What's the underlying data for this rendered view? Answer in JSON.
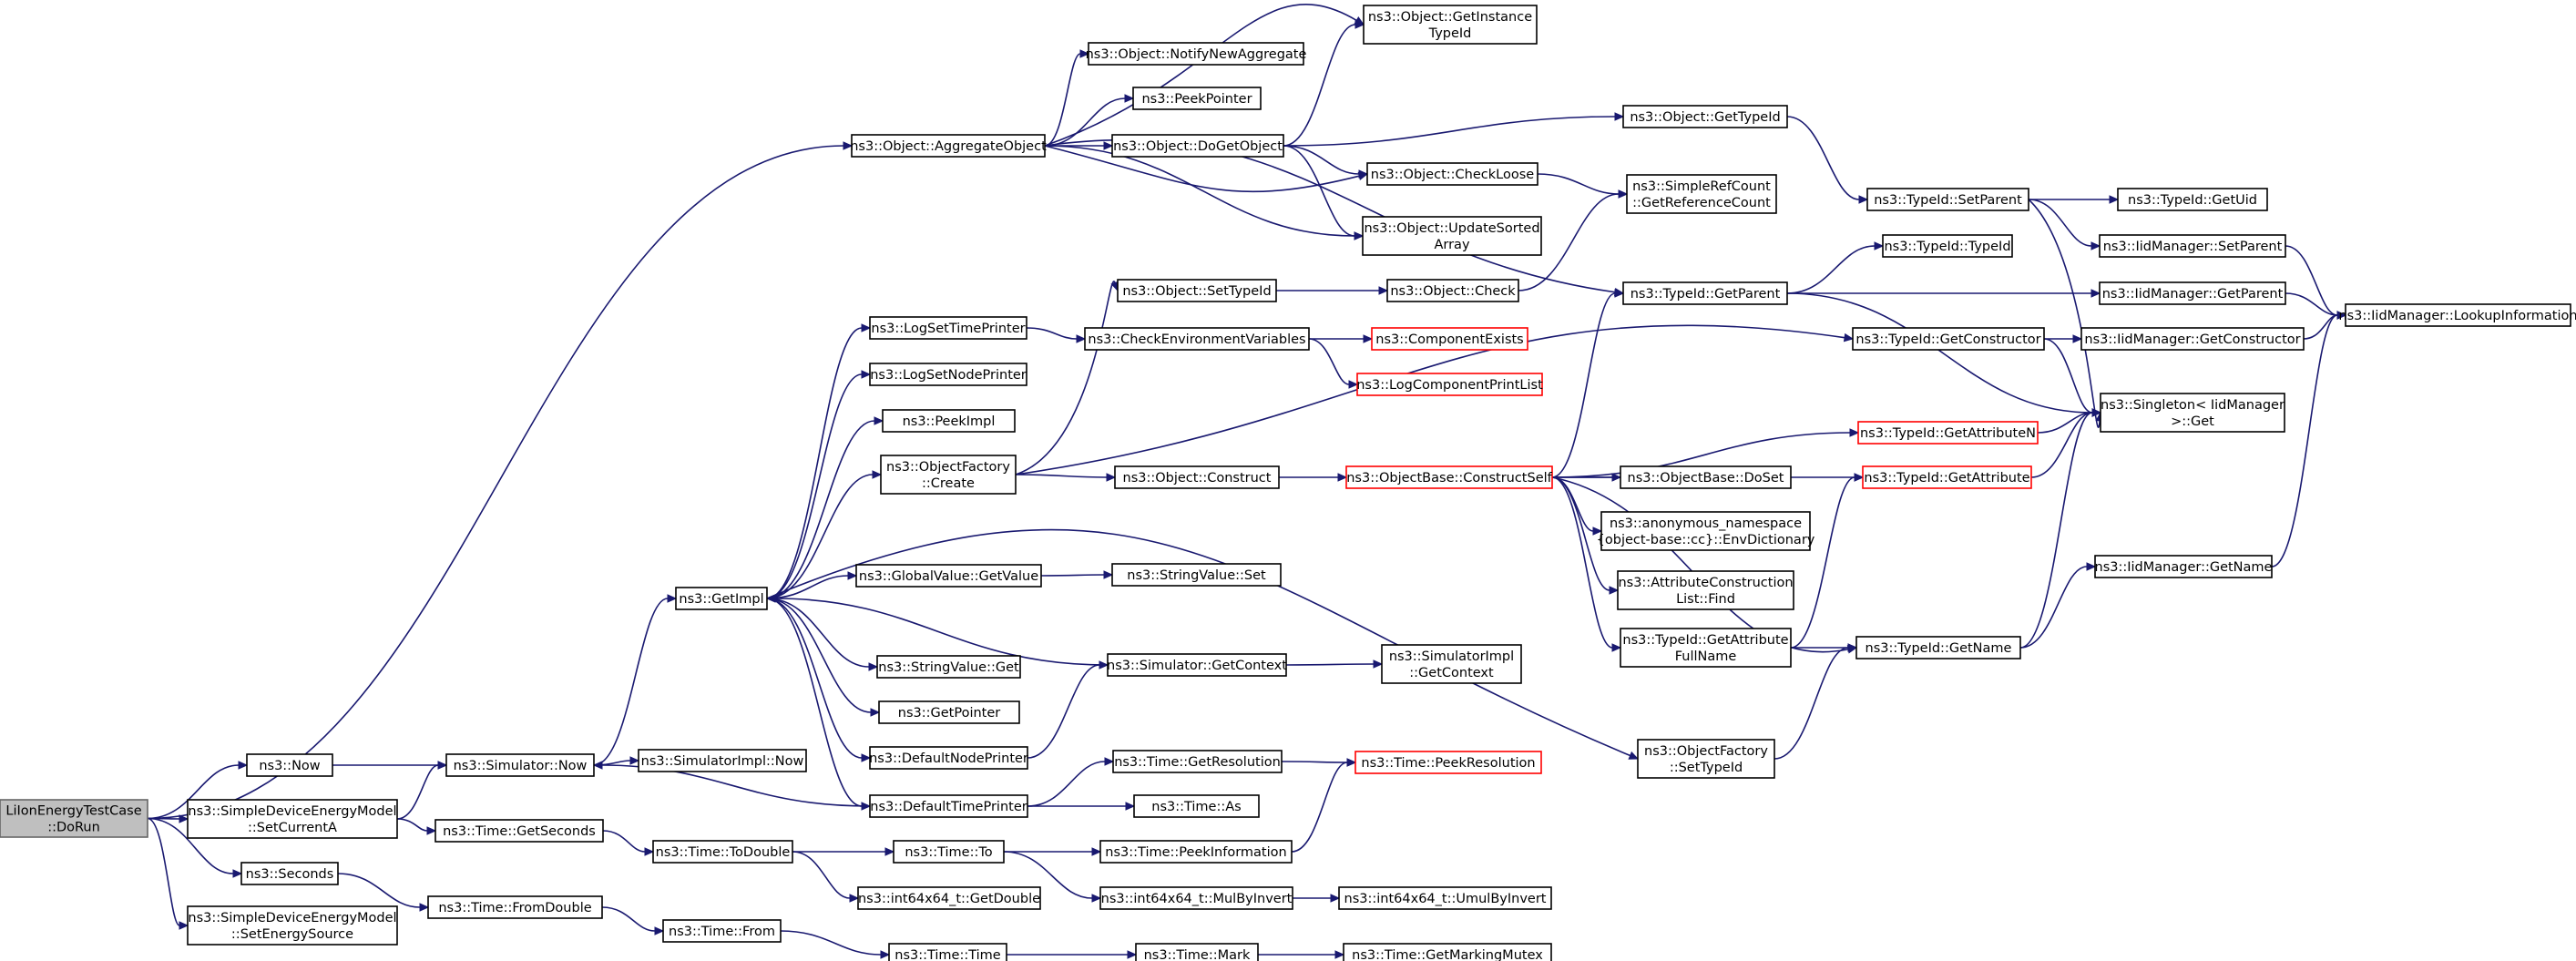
{
  "colors": {
    "edge": "#191970",
    "root_fill": "#bfbfbf",
    "highlight_border": "#ff0000",
    "border": "#000000"
  },
  "nodes": {
    "root": [
      "LiIonEnergyTestCase",
      "::DoRun"
    ],
    "aggobj": [
      "ns3::Object::AggregateObject"
    ],
    "getinst": [
      "ns3::Object::GetInstance",
      "TypeId"
    ],
    "notify": [
      "ns3::Object::NotifyNewAggregate"
    ],
    "peekptr": [
      "ns3::PeekPointer"
    ],
    "dogetobj": [
      "ns3::Object::DoGetObject"
    ],
    "gettypeid": [
      "ns3::Object::GetTypeId"
    ],
    "checkloose": [
      "ns3::Object::CheckLoose"
    ],
    "updsorted": [
      "ns3::Object::UpdateSorted",
      "Array"
    ],
    "refcount": [
      "ns3::SimpleRefCount",
      "::GetReferenceCount"
    ],
    "setparent": [
      "ns3::TypeId::SetParent"
    ],
    "getuid": [
      "ns3::TypeId::GetUid"
    ],
    "iidsetparent": [
      "ns3::IidManager::SetParent"
    ],
    "tidtid": [
      "ns3::TypeId::TypeId"
    ],
    "getparent": [
      "ns3::TypeId::GetParent"
    ],
    "iidgetparent": [
      "ns3::IidManager::GetParent"
    ],
    "lookup": [
      "ns3::IidManager::LookupInformation"
    ],
    "getconstructor": [
      "ns3::TypeId::GetConstructor"
    ],
    "iidgetconstructor": [
      "ns3::IidManager::GetConstructor"
    ],
    "singleton": [
      "ns3::Singleton< IidManager",
      " >::Get"
    ],
    "settypeid": [
      "ns3::Object::SetTypeId"
    ],
    "objcheck": [
      "ns3::Object::Check"
    ],
    "logtime": [
      "ns3::LogSetTimePrinter"
    ],
    "checkenv": [
      "ns3::CheckEnvironmentVariables"
    ],
    "compexists": [
      "ns3::ComponentExists"
    ],
    "logprint": [
      "ns3::LogComponentPrintList"
    ],
    "lognode": [
      "ns3::LogSetNodePrinter"
    ],
    "peekimpl": [
      "ns3::PeekImpl"
    ],
    "factcreate": [
      "ns3::ObjectFactory",
      "::Create"
    ],
    "objconstruct": [
      "ns3::Object::Construct"
    ],
    "constructself": [
      "ns3::ObjectBase::ConstructSelf"
    ],
    "doset": [
      "ns3::ObjectBase::DoSet"
    ],
    "envdict": [
      "ns3::anonymous_namespace",
      "{object-base::cc}::EnvDictionary"
    ],
    "attrfind": [
      "ns3::AttributeConstruction",
      "List::Find"
    ],
    "getattrfull": [
      "ns3::TypeId::GetAttribute",
      "FullName"
    ],
    "getattrn": [
      "ns3::TypeId::GetAttributeN"
    ],
    "getattr": [
      "ns3::TypeId::GetAttribute"
    ],
    "getname": [
      "ns3::TypeId::GetName"
    ],
    "iidgetname": [
      "ns3::IidManager::GetName"
    ],
    "getimpl": [
      "ns3::GetImpl"
    ],
    "gvgetvalue": [
      "ns3::GlobalValue::GetValue"
    ],
    "svset": [
      "ns3::StringValue::Set"
    ],
    "svget": [
      "ns3::StringValue::Get"
    ],
    "simgetcontext": [
      "ns3::Simulator::GetContext"
    ],
    "simimplctx": [
      "ns3::SimulatorImpl",
      "::GetContext"
    ],
    "getpointer": [
      "ns3::GetPointer"
    ],
    "defnode": [
      "ns3::DefaultNodePrinter"
    ],
    "factsettypeid": [
      "ns3::ObjectFactory",
      "::SetTypeId"
    ],
    "now": [
      "ns3::Now"
    ],
    "simnow": [
      "ns3::Simulator::Now"
    ],
    "simimplnow": [
      "ns3::SimulatorImpl::Now"
    ],
    "deftime": [
      "ns3::DefaultTimePrinter"
    ],
    "timegetres": [
      "ns3::Time::GetResolution"
    ],
    "peekres": [
      "ns3::Time::PeekResolution"
    ],
    "timeas": [
      "ns3::Time::As"
    ],
    "setcurrent": [
      "ns3::SimpleDeviceEnergyModel",
      "::SetCurrentA"
    ],
    "getseconds": [
      "ns3::Time::GetSeconds"
    ],
    "todouble": [
      "ns3::Time::ToDouble"
    ],
    "timeto": [
      "ns3::Time::To"
    ],
    "peekinfo": [
      "ns3::Time::PeekInformation"
    ],
    "int64getdouble": [
      "ns3::int64x64_t::GetDouble"
    ],
    "mulbyinvert": [
      "ns3::int64x64_t::MulByInvert"
    ],
    "umulbyinvert": [
      "ns3::int64x64_t::UmulByInvert"
    ],
    "seconds": [
      "ns3::Seconds"
    ],
    "fromdouble": [
      "ns3::Time::FromDouble"
    ],
    "setenergy": [
      "ns3::SimpleDeviceEnergyModel",
      "::SetEnergySource"
    ],
    "timefrom": [
      "ns3::Time::From"
    ],
    "timetime": [
      "ns3::Time::Time"
    ],
    "timemark": [
      "ns3::Time::Mark"
    ],
    "markmutex": [
      "ns3::Time::GetMarkingMutex"
    ]
  }
}
